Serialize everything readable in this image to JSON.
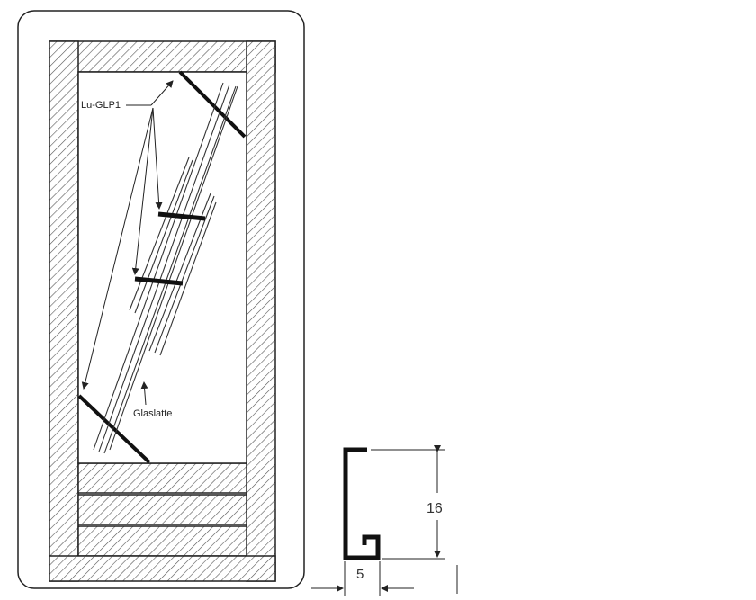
{
  "door_drawing": {
    "label_profile": "Lu-GLP1",
    "label_glasslatte": "Glaslatte"
  },
  "profile_section": {
    "dim_height": "16",
    "dim_width": "5"
  }
}
